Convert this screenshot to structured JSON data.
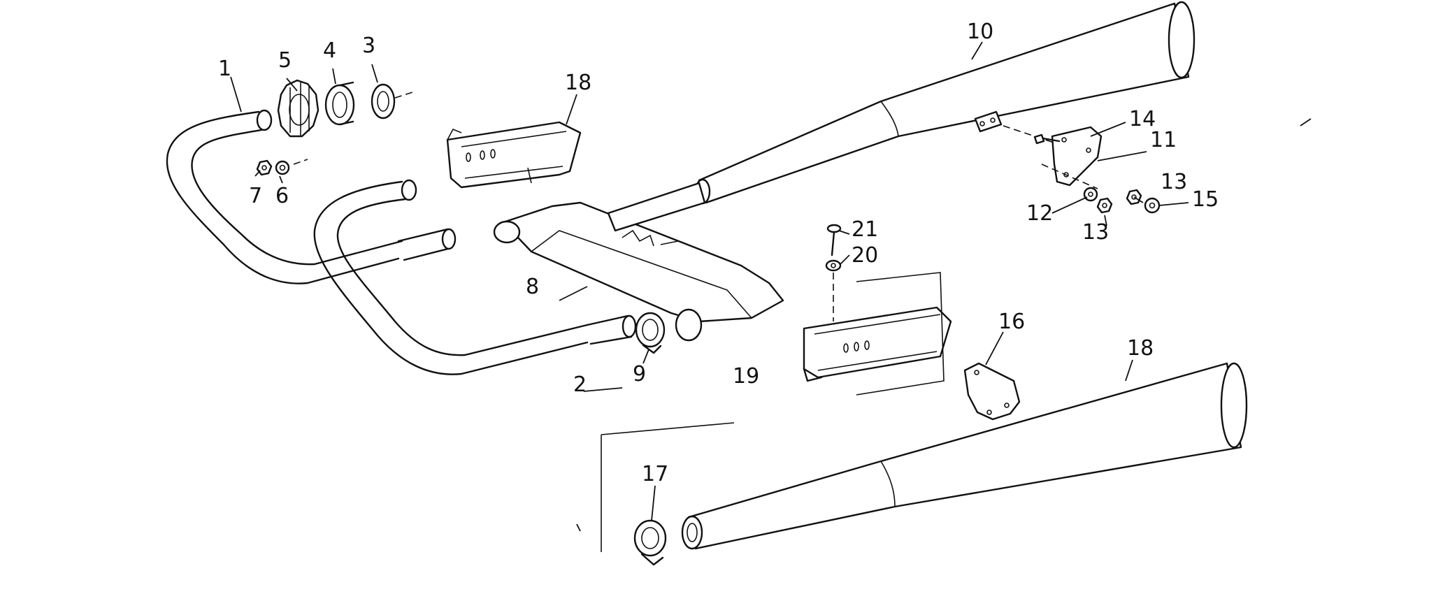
{
  "callouts": [
    {
      "id": "c1",
      "text": "1"
    },
    {
      "id": "c2",
      "text": "2"
    },
    {
      "id": "c3",
      "text": "3"
    },
    {
      "id": "c4",
      "text": "4"
    },
    {
      "id": "c5",
      "text": "5"
    },
    {
      "id": "c6",
      "text": "6"
    },
    {
      "id": "c7",
      "text": "7"
    },
    {
      "id": "c8",
      "text": "8"
    },
    {
      "id": "c9",
      "text": "9"
    },
    {
      "id": "c10",
      "text": "10"
    },
    {
      "id": "c11",
      "text": "11"
    },
    {
      "id": "c12",
      "text": "12"
    },
    {
      "id": "c13a",
      "text": "13"
    },
    {
      "id": "c13b",
      "text": "13"
    },
    {
      "id": "c14",
      "text": "14"
    },
    {
      "id": "c15",
      "text": "15"
    },
    {
      "id": "c16",
      "text": "16"
    },
    {
      "id": "c17",
      "text": "17"
    },
    {
      "id": "c18a",
      "text": "18"
    },
    {
      "id": "c18b",
      "text": "18"
    },
    {
      "id": "c19",
      "text": "19"
    },
    {
      "id": "c20",
      "text": "20"
    },
    {
      "id": "c21",
      "text": "21"
    }
  ]
}
